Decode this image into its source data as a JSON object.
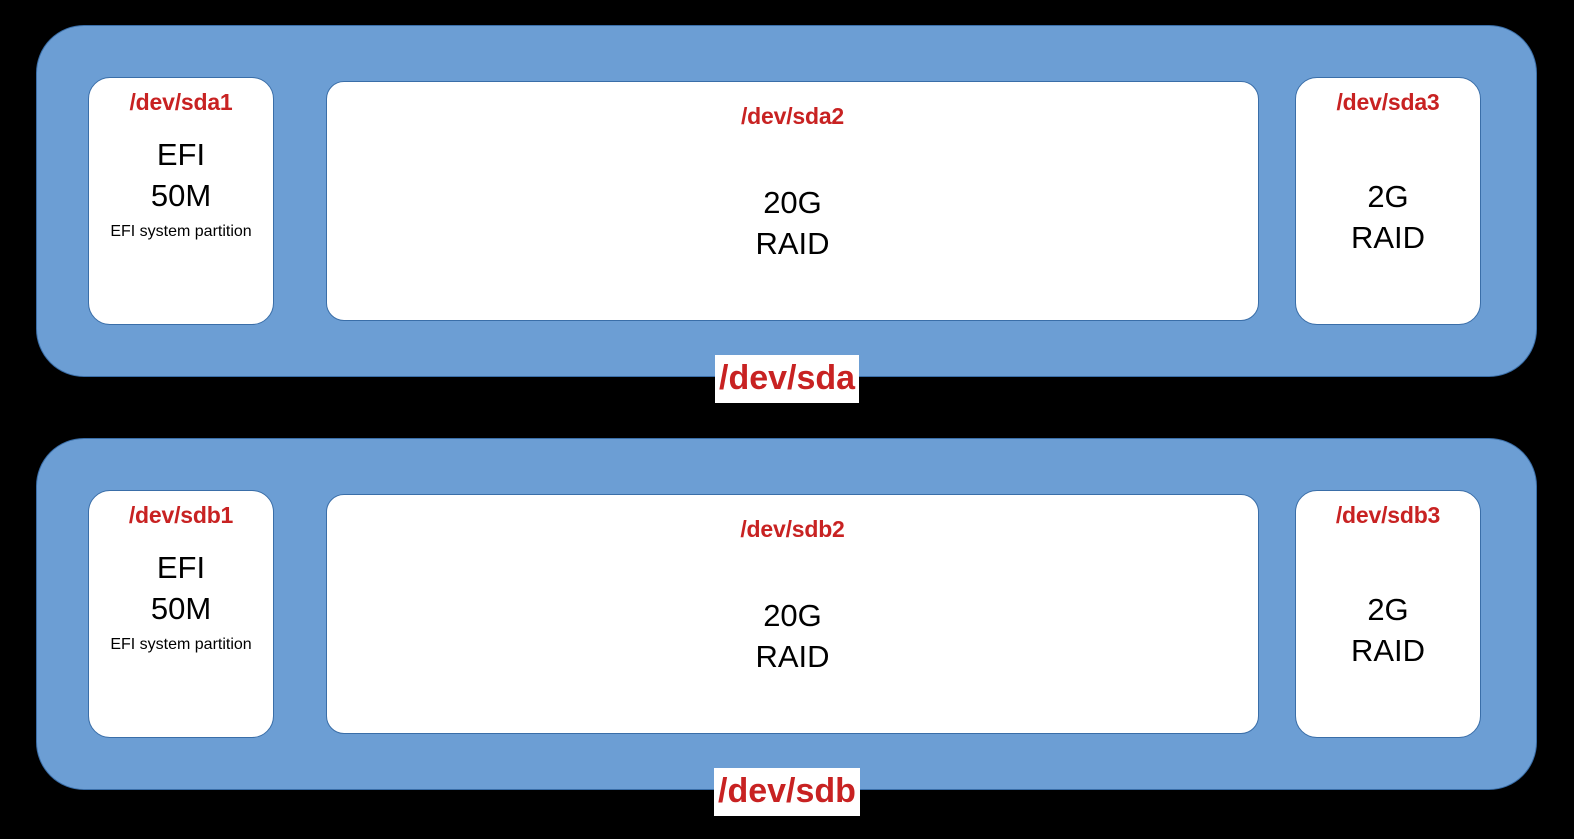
{
  "colors": {
    "disk_fill": "#6c9ed4",
    "disk_border": "#3a6ea8",
    "partition_fill": "#ffffff",
    "label_red": "#c82222",
    "text_black": "#000000",
    "background": "#000000"
  },
  "disks": [
    {
      "name": "/dev/sda",
      "partitions": [
        {
          "name": "/dev/sda1",
          "type": "EFI",
          "size": "50M",
          "note": "EFI system partition",
          "lines": [
            "EFI",
            "50M"
          ]
        },
        {
          "name": "/dev/sda2",
          "size": "20G",
          "usage": "RAID",
          "note": "",
          "lines": [
            "20G",
            "RAID"
          ]
        },
        {
          "name": "/dev/sda3",
          "size": "2G",
          "usage": "RAID",
          "note": "",
          "lines": [
            "2G",
            "RAID"
          ]
        }
      ]
    },
    {
      "name": "/dev/sdb",
      "partitions": [
        {
          "name": "/dev/sdb1",
          "type": "EFI",
          "size": "50M",
          "note": "EFI system partition",
          "lines": [
            "EFI",
            "50M"
          ]
        },
        {
          "name": "/dev/sdb2",
          "size": "20G",
          "usage": "RAID",
          "note": "",
          "lines": [
            "20G",
            "RAID"
          ]
        },
        {
          "name": "/dev/sdb3",
          "size": "2G",
          "usage": "RAID",
          "note": "",
          "lines": [
            "2G",
            "RAID"
          ]
        }
      ]
    }
  ]
}
